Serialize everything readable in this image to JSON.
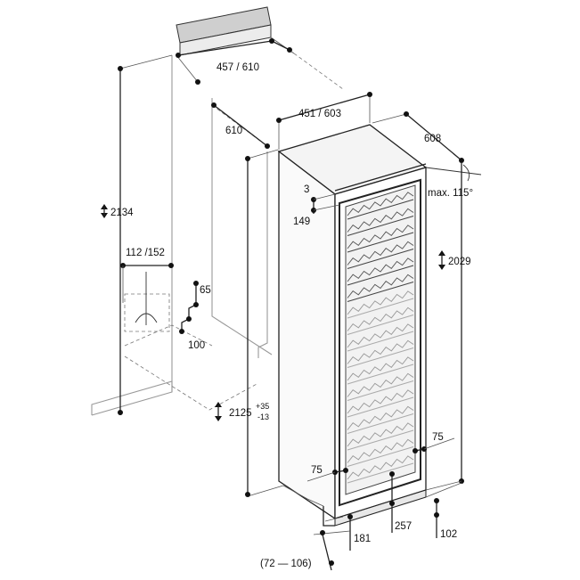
{
  "dimensions": {
    "niche_depth_top": "457 / 610",
    "niche_depth_side": "610",
    "niche_height": "2134",
    "vent_width": "112 /152",
    "cutout_65": "65",
    "cutout_100": "100",
    "unit_width": "451 / 603",
    "unit_depth": "608",
    "gap_top": "3",
    "hinge_149": "149",
    "door_angle": "max. 115°",
    "unit_height": "2029",
    "niche_height_range": "2125",
    "tol_plus": "+35",
    "tol_minus": "-13",
    "side_75_right": "75",
    "side_75_left": "75",
    "plinth_257": "257",
    "plinth_102": "102",
    "plinth_181": "181",
    "plinth_range": "(72 — 106)"
  }
}
